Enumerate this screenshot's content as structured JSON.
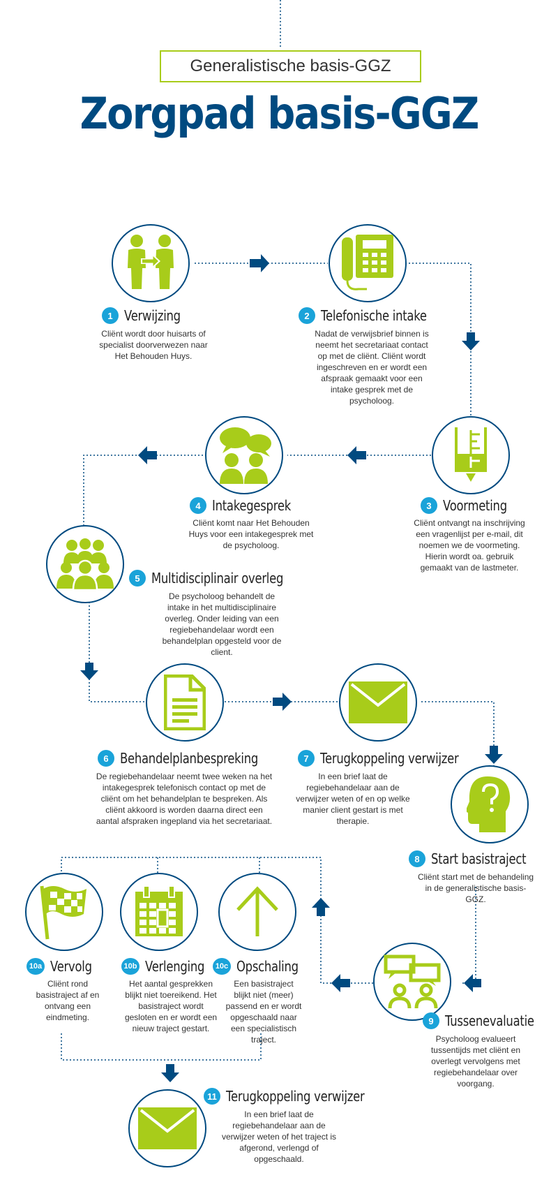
{
  "header": {
    "subtitle": "Generalistische basis-GGZ",
    "title": "Zorgpad basis-GGZ"
  },
  "colors": {
    "primary": "#004a80",
    "accent": "#a8cc1a",
    "badge": "#1aa3d9"
  },
  "steps": [
    {
      "number": "1",
      "title": "Verwijzing",
      "icon": "referral-people-icon",
      "desc": "Cliënt wordt door huisarts of specialist doorverwezen naar Het Behouden Huys."
    },
    {
      "number": "2",
      "title": "Telefonische intake",
      "icon": "telephone-icon",
      "desc": "Nadat de verwijsbrief binnen is neemt het secretariaat contact op met de cliënt. Cliënt wordt ingeschreven en er wordt een afspraak gemaakt voor een intake gesprek met de psycholoog."
    },
    {
      "number": "3",
      "title": "Voormeting",
      "icon": "measuring-cup-icon",
      "desc": "Cliënt ontvangt na inschrijving een vragenlijst per e-mail, dit noemen we de voormeting. Hierin wordt oa. gebruik gemaakt van de lastmeter."
    },
    {
      "number": "4",
      "title": "Intakegesprek",
      "icon": "conversation-icon",
      "desc": "Cliënt komt naar Het Behouden Huys voor een intakegesprek met de psycholoog."
    },
    {
      "number": "5",
      "title": "Multidisciplinair overleg",
      "icon": "group-icon",
      "desc": "De psycholoog behandelt de intake in het multidisciplinaire overleg. Onder leiding van een regiebehandelaar wordt een behandelplan opgesteld voor de client."
    },
    {
      "number": "6",
      "title": "Behandelplanbespreking",
      "icon": "document-icon",
      "desc": "De regiebehandelaar neemt twee weken na het intakegesprek telefonisch contact op met de cliënt om het behandelplan te bespreken. Als cliënt akkoord is worden daarna direct een aantal afspraken ingepland via het secretariaat."
    },
    {
      "number": "7",
      "title": "Terugkoppeling verwijzer",
      "icon": "envelope-icon",
      "desc": "In een brief laat de regiebehandelaar aan de verwijzer weten of en op welke manier client gestart is met therapie."
    },
    {
      "number": "8",
      "title": "Start basistraject",
      "icon": "head-question-icon",
      "desc": "Cliënt start met de behandeling in de generalistische basis-GGZ."
    },
    {
      "number": "9",
      "title": "Tussenevaluatie",
      "icon": "discussion-icon",
      "desc": "Psycholoog evalueert tussentijds met cliënt en overlegt vervolgens met regiebehandelaar over voorgang."
    },
    {
      "number": "10a",
      "title": "Vervolg",
      "icon": "checkered-flag-icon",
      "desc": "Cliënt rond basistraject af en ontvang een eindmeting."
    },
    {
      "number": "10b",
      "title": "Verlenging",
      "icon": "calendar-icon",
      "desc": "Het aantal gesprekken blijkt niet toereikend. Het basistraject wordt gesloten en er wordt een nieuw traject gestart."
    },
    {
      "number": "10c",
      "title": "Opschaling",
      "icon": "arrow-up-icon",
      "desc": "Een basistraject blijkt niet (meer) passend en er wordt opgeschaald naar een specialistisch traject."
    },
    {
      "number": "11",
      "title": "Terugkoppeling verwijzer",
      "icon": "envelope-icon",
      "desc": "In een brief laat de regiebehandelaar aan de verwijzer weten of het traject is afgerond, verlengd of opgeschaald."
    }
  ]
}
